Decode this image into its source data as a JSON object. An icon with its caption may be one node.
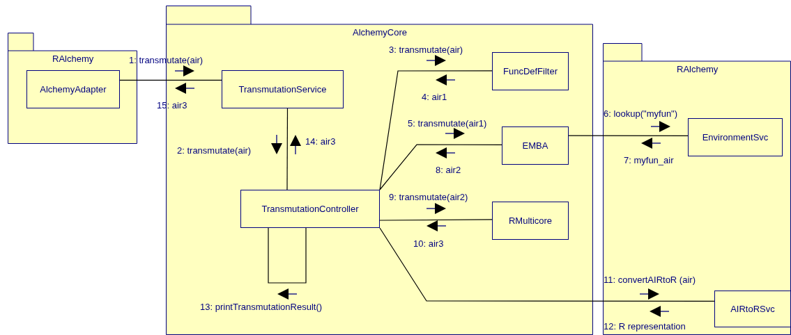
{
  "diagram": {
    "nodes": [
      {
        "text": [
          "RAlchemy"
        ]
      },
      {
        "text": [
          "AlchemyAdapter"
        ],
        "in": 0
      },
      {
        "text": [
          "AlchemyCore"
        ]
      },
      {
        "text": [
          "TransmutationService"
        ],
        "in": 2
      },
      {
        "text": [
          "TransmutationController"
        ],
        "in": 2
      },
      {
        "text": [
          "FuncDefFilter"
        ],
        "in": 2
      },
      {
        "text": [
          "EMBA"
        ],
        "in": 2
      },
      {
        "text": [
          "RMulticore"
        ],
        "in": 2
      },
      {
        "text": [
          "RAlchemy"
        ]
      },
      {
        "text": [
          "EnvironmentSvc"
        ],
        "in": 8
      },
      {
        "text": [
          "AIRtoRSvc"
        ],
        "in": 8
      }
    ],
    "edges": [
      {
        "from": 1,
        "to": 3,
        "arrow": "none"
      },
      {
        "from": 3,
        "to": 4,
        "arrow": "none"
      },
      {
        "from": 4,
        "to": 5,
        "arrow": "none"
      },
      {
        "from": 4,
        "to": 6,
        "arrow": "none"
      },
      {
        "from": 4,
        "to": 7,
        "arrow": "none"
      },
      {
        "from": 4,
        "to": 10,
        "arrow": "none"
      },
      {
        "from": 6,
        "to": 9,
        "arrow": "none"
      },
      {
        "from": 4,
        "to": 4,
        "arrow": "none"
      }
    ],
    "labels": [
      "1: transmutate(air)",
      "15: air3",
      "2: transmutate(air)",
      "14: air3",
      "3: transmutate(air)",
      "4: air1",
      "5: transmutate(air1)",
      "8: air2",
      "6: lookup(\"myfun\")",
      "7: myfun_air",
      "9: transmutate(air2)",
      "10: air3",
      "13: printTransmutationResult()",
      "11: convertAIRtoR (air)",
      "12: R representation"
    ]
  }
}
